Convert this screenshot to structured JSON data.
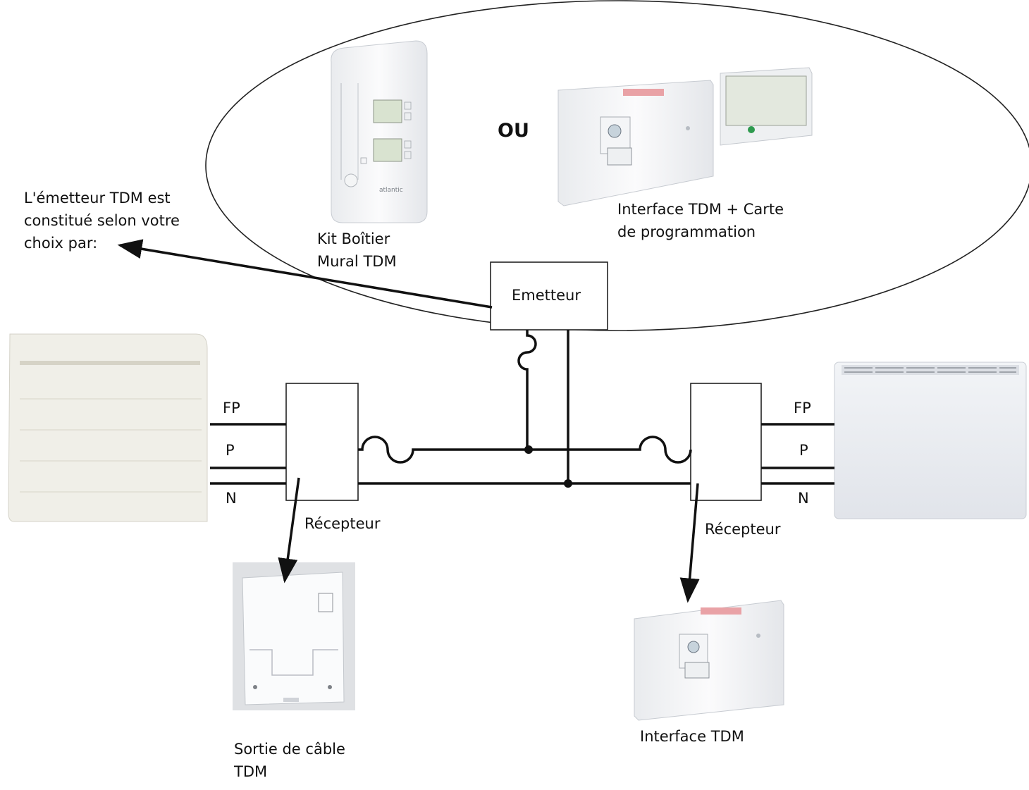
{
  "note_lines": [
    "L'émetteur TDM est",
    "constitué selon votre",
    "choix par:"
  ],
  "ou_label": "OU",
  "wall_kit": {
    "lines": [
      "Kit Boîtier",
      "Mural TDM"
    ],
    "brand": "atlantic"
  },
  "interface_card": {
    "lines": [
      "Interface TDM + Carte",
      "de programmation"
    ]
  },
  "emitter_label": "Emetteur",
  "receivers": [
    {
      "label": "Récepteur",
      "wires": [
        "FP",
        "P",
        "N"
      ]
    },
    {
      "label": "Récepteur",
      "wires": [
        "FP",
        "P",
        "N"
      ]
    }
  ],
  "cable_output": {
    "lines": [
      "Sortie de câble",
      "TDM"
    ]
  },
  "interface_single": {
    "label": "Interface TDM"
  }
}
